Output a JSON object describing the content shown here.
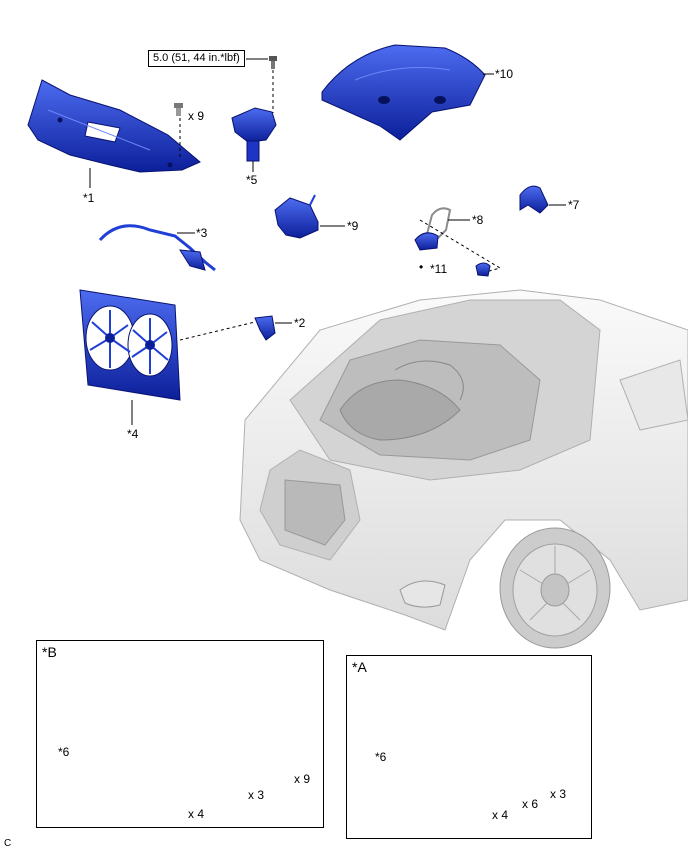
{
  "torque_spec": "5.0 (51, 44 in.*lbf)",
  "labels": {
    "p1": "*1",
    "p2": "*2",
    "p3": "*3",
    "p4": "*4",
    "p5": "*5",
    "p6_b": "*6",
    "p6_a": "*6",
    "p7": "*7",
    "p8": "*8",
    "p9": "*9",
    "p10": "*10",
    "p11": "*11"
  },
  "bullet": "•",
  "clip_qty_top": "x 9",
  "box_b": {
    "title": "*B",
    "qty_4": "x 4",
    "qty_3": "x 3",
    "qty_9": "x 9"
  },
  "box_a": {
    "title": "*A",
    "qty_4": "x 4",
    "qty_6": "x 6",
    "qty_3": "x 3"
  },
  "corner_code": "C",
  "colors": {
    "part_blue": "#1f3fd6",
    "part_dark": "#0c1f9a",
    "part_light": "#4d6cf0",
    "car_fill": "#f2f2f2",
    "car_line": "#b4b4b4"
  }
}
